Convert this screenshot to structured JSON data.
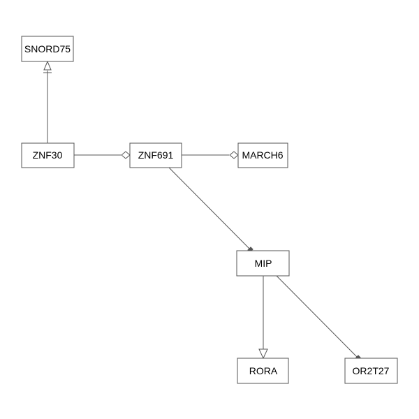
{
  "diagram": {
    "nodes": [
      {
        "id": "snord75",
        "label": "SNORD75"
      },
      {
        "id": "znf30",
        "label": "ZNF30"
      },
      {
        "id": "znf691",
        "label": "ZNF691"
      },
      {
        "id": "march6",
        "label": "MARCH6"
      },
      {
        "id": "mip",
        "label": "MIP"
      },
      {
        "id": "rora",
        "label": "RORA"
      },
      {
        "id": "or2t27",
        "label": "OR2T27"
      }
    ],
    "edges": [
      {
        "from": "znf30",
        "to": "snord75",
        "arrow": "hollow-triangle-bar"
      },
      {
        "from": "znf30",
        "to": "znf691",
        "arrow": "hollow-diamond"
      },
      {
        "from": "znf691",
        "to": "march6",
        "arrow": "hollow-diamond"
      },
      {
        "from": "znf691",
        "to": "mip",
        "arrow": "solid-bar"
      },
      {
        "from": "mip",
        "to": "rora",
        "arrow": "hollow-triangle"
      },
      {
        "from": "mip",
        "to": "or2t27",
        "arrow": "solid-bar"
      }
    ],
    "colors": {
      "stroke": "#555555",
      "background": "#ffffff",
      "text": "#000000"
    }
  }
}
